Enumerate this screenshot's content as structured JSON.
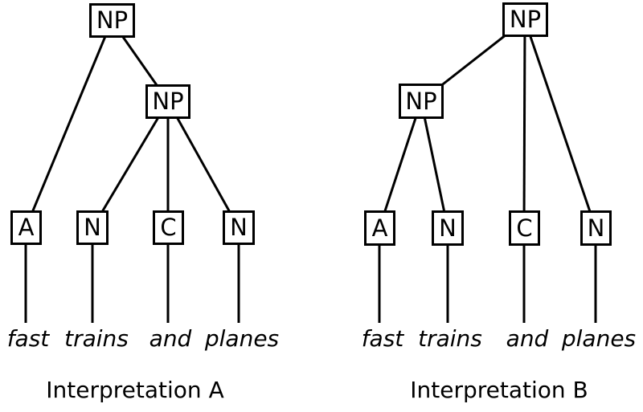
{
  "figure": {
    "background": "#ffffff",
    "ink": "#000000"
  },
  "trees": [
    {
      "caption": "Interpretation A",
      "root": {
        "label": "NP"
      },
      "inner": {
        "label": "NP"
      },
      "leaves": [
        {
          "pos": "A",
          "word": "fast"
        },
        {
          "pos": "N",
          "word": "trains"
        },
        {
          "pos": "C",
          "word": "and"
        },
        {
          "pos": "N",
          "word": "planes"
        }
      ]
    },
    {
      "caption": "Interpretation B",
      "root": {
        "label": "NP"
      },
      "inner": {
        "label": "NP"
      },
      "leaves": [
        {
          "pos": "A",
          "word": "fast"
        },
        {
          "pos": "N",
          "word": "trains"
        },
        {
          "pos": "C",
          "word": "and"
        },
        {
          "pos": "N",
          "word": "planes"
        }
      ]
    }
  ]
}
